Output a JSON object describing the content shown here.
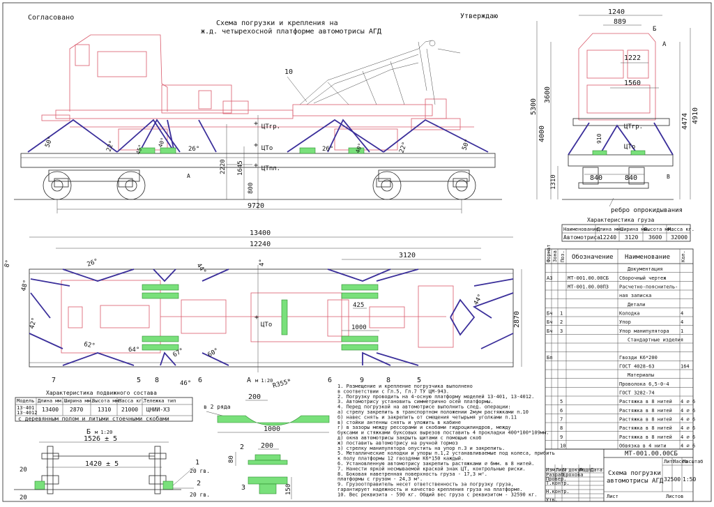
{
  "header": {
    "approved": "Согласовано",
    "confirm": "Утверждаю",
    "title_line1": "Схема погрузки и крепления на",
    "title_line2": "ж.д. четырехосной платформе автомотрисы АГД"
  },
  "side_view": {
    "dims": {
      "length": "9720",
      "h2220": "2220",
      "h1645": "1645",
      "h800": "800"
    },
    "cg": {
      "gr": "ЦТгр.",
      "o": "ЦТо",
      "pl": "ЦТпл."
    },
    "angles": [
      "50°",
      "22°",
      "45°",
      "40°",
      "26°",
      "26°",
      "40°",
      "22°",
      "50°"
    ],
    "callout_10": "10",
    "section_mark": "А"
  },
  "end_view": {
    "dims": {
      "w1240": "1240",
      "w889": "889",
      "w1222": "1222",
      "w1560": "1560",
      "h3600": "3600",
      "h5300": "5300",
      "h4000": "4000",
      "h4474": "4474",
      "h4910": "4910",
      "h1310": "1310",
      "w840a": "840",
      "w840b": "840",
      "a910": "910"
    },
    "cg_gr": "ЦТгр.",
    "cg_o": "ЦТо",
    "mark_b": "Б",
    "mark_a": "А",
    "mark_v": "В",
    "rib_label": "ребро опрокидывания"
  },
  "top_view": {
    "dims": {
      "l13400": "13400",
      "l12240": "12240",
      "l3120": "3120",
      "w2870": "2870",
      "w425": "425",
      "w1000": "1000"
    },
    "cg": "ЦТо",
    "angles": [
      "8°",
      "26°",
      "44°",
      "48°",
      "4°",
      "62°",
      "64°",
      "67°",
      "46°",
      "60°",
      "42°",
      "44°"
    ],
    "callouts_left": [
      "7",
      "5",
      "8",
      "6"
    ],
    "callouts_right": [
      "6",
      "9",
      "8",
      "5"
    ]
  },
  "cargo_table": {
    "caption": "Характеристика груза",
    "headers": [
      "Наименование",
      "Длина мм.",
      "Ширина мм.",
      "Высота мм.",
      "Масса кг."
    ],
    "row": [
      "Автомотриса",
      "12240",
      "3120",
      "3600",
      "32000"
    ]
  },
  "car_table": {
    "caption": "Характеристика подвижного состава",
    "headers": [
      "Модель",
      "Длина мм.",
      "Ширина мм.",
      "Высота мм.",
      "Масса кг.",
      "Тележка тип"
    ],
    "row": [
      "13-401\n13-4012",
      "13400",
      "2870",
      "1310",
      "21000",
      "ЦНИИ-Х3"
    ],
    "note": "с деревянным полом и литыми стоечными скобами"
  },
  "detail_a": {
    "title": "А",
    "scale": "м 1:20",
    "rows_note": "в 2 ряда",
    "d200": "200",
    "r355": "R355*",
    "d1000": "1000",
    "d200b": "200",
    "d80": "80",
    "d150": "150",
    "c3": "3",
    "c2": "2"
  },
  "detail_b": {
    "title": "Б",
    "scale": "м 1:20",
    "d1526": "1526 ± 5",
    "d1420": "1420 ± 5",
    "c1": "1",
    "c2": "2",
    "gv1": "20 гв.",
    "gv2": "20 гв.",
    "d20a": "20",
    "d20b": "20"
  },
  "notes": [
    "1. Размещение и крепление погрузчика выполнено",
    "   в соответствии с Гл.5, Гл.7 ТУ ЦМ-943.",
    "2. Погрузку проводить на 4-осную платформу моделей 13-401, 13-4012.",
    "3. Автомотрису установить симметрично осей платформы.",
    "4. Перед погрузкой на автомотрисе выполнить след. операции:",
    "а) стрелу закрепить в транспортном положении 2мум растяжками п.10",
    "б) навес снять и закрепить от смещения четырьмя уголками п.11",
    "в) стойки антенны снять и уложить в кабине",
    "г) в зазоры между рессорами и скобами гидроцилиндров, между",
    "   буксами и стяжками буксовых вырезов поставить 4 прокладки 400*100*109мм.",
    "д) окна автомотрисы закрыть щитами с помощью скоб",
    "ж) поставить автомотрису на ручной тормоз",
    "з) стрелку манипулятора опустить на упор п.3 и закрепить.",
    "5. Металлические колодки и упоры п.1,2 устанавливаемые под колеса, прибить",
    "   к полу платформы 12 гвоздями К6*150 каждый.",
    "6. Установленную автомотрису закрепить растяжками ⌀ 6мм. в 8 нитей.",
    "7. Нанести яркой несмываемой краской знак ЦТ, контрольные риски.",
    "8. Боковая наветренная поверхность груза - 17,3 м².",
    "   платформы с грузом - 24,3 м².",
    "9. Грузоотправитель несет ответственность за погрузку груза,",
    "   гарантирует надежность и качество крепления груза на платформе.",
    "10. Вес реквизита - 590 кг. Общий вес груза с реквизитом - 32590 кг."
  ],
  "spec": {
    "col_headers": [
      "Формат",
      "Зона",
      "Поз.",
      "Обозначение",
      "Наименование",
      "Кол."
    ],
    "rows": [
      {
        "fmt": "",
        "pos": "",
        "desig": "",
        "name": "Документация",
        "qty": "",
        "section": true
      },
      {
        "fmt": "А3",
        "pos": "",
        "desig": "МТ-001.00.00СБ",
        "name": "Сборочный чертеж",
        "qty": ""
      },
      {
        "fmt": "",
        "pos": "",
        "desig": "МТ-001.00.00ПЗ",
        "name": "Расчетно-пояснитель-",
        "qty": ""
      },
      {
        "fmt": "",
        "pos": "",
        "desig": "",
        "name": "ная записка",
        "qty": ""
      },
      {
        "fmt": "",
        "pos": "",
        "desig": "",
        "name": "Детали",
        "qty": "",
        "section": true
      },
      {
        "fmt": "Бч",
        "pos": "1",
        "desig": "",
        "name": "Колодка",
        "qty": "4"
      },
      {
        "fmt": "Бч",
        "pos": "2",
        "desig": "",
        "name": "Упор",
        "qty": "4"
      },
      {
        "fmt": "Бч",
        "pos": "3",
        "desig": "",
        "name": "Упор манипулятора",
        "qty": "1"
      },
      {
        "fmt": "",
        "pos": "",
        "desig": "",
        "name": "Стандартные изделия",
        "qty": "",
        "section": true
      },
      {
        "fmt": "",
        "pos": "",
        "desig": "",
        "name": "",
        "qty": ""
      },
      {
        "fmt": "Бп",
        "pos": "",
        "desig": "",
        "name": "Гвозди К6*200",
        "qty": ""
      },
      {
        "fmt": "",
        "pos": "",
        "desig": "",
        "name": "ГОСТ 4028-63",
        "qty": "164"
      },
      {
        "fmt": "",
        "pos": "",
        "desig": "",
        "name": "Материалы",
        "qty": "",
        "section": true
      },
      {
        "fmt": "",
        "pos": "",
        "desig": "",
        "name": "Проволока 6,5-0-4",
        "qty": ""
      },
      {
        "fmt": "",
        "pos": "",
        "desig": "",
        "name": "ГОСТ 3282-74",
        "qty": ""
      },
      {
        "fmt": "",
        "pos": "5",
        "desig": "",
        "name": "Растяжка в 8 нитей",
        "qty": "4 ⌀ 6"
      },
      {
        "fmt": "",
        "pos": "6",
        "desig": "",
        "name": "Растяжка в 8 нитей",
        "qty": "4 ⌀ 6"
      },
      {
        "fmt": "",
        "pos": "7",
        "desig": "",
        "name": "Растяжка в 8 нитей",
        "qty": "4 ⌀ 6"
      },
      {
        "fmt": "",
        "pos": "8",
        "desig": "",
        "name": "Растяжка в 8 нитей",
        "qty": "4 ⌀ 6"
      },
      {
        "fmt": "",
        "pos": "9",
        "desig": "",
        "name": "Растяжка в 8 нитей",
        "qty": "4 ⌀ 6"
      },
      {
        "fmt": "",
        "pos": "10",
        "desig": "",
        "name": "Обвязка в 4 нити",
        "qty": "4 ⌀ 6"
      }
    ]
  },
  "title_block": {
    "code": "МТ-001.00.00СБ",
    "name1": "Схема погрузки",
    "name2": "автомотрисы АГД",
    "lit_hdr": "Лит.",
    "mass_hdr": "Масса",
    "scale_hdr": "Масштаб",
    "mass": "32500",
    "scale": "1:50",
    "sheet": "Лист",
    "sheets": "Листов",
    "roles": [
      "Изм.",
      "Лист",
      "N докум.",
      "Подп.",
      "Дата",
      "Разраб.",
      "Провер.",
      "Т.контр.",
      "Н.контр.",
      "Утв."
    ],
    "author": "Ерохова"
  }
}
